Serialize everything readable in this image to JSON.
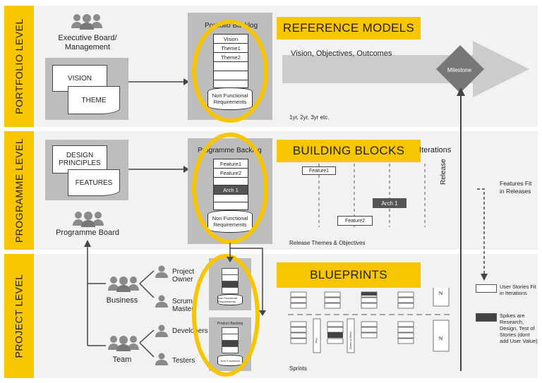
{
  "levels": {
    "portfolio": "PORTFOLIO LEVEL",
    "programme": "PROGRAMME LEVEL",
    "project": "PROJECT LEVEL"
  },
  "portfolio": {
    "actor": "Executive Board/ Management",
    "doc_vision": "VISION",
    "doc_theme": "THEME",
    "backlog_title": "Portfolio Backlog",
    "backlog_items": [
      "Vision",
      "Theme1",
      "Theme2"
    ],
    "backlog_base": "Non Functional Requirements",
    "callout": "REFERENCE MODELS",
    "arrow_text": "Vision, Objectives, Outcomes",
    "milestone": "Milestone",
    "timeframe": "1yr, 2yr, 3yr etc."
  },
  "programme": {
    "doc_design": "DESIGN PRINCIPLES",
    "doc_features": "FEATURES",
    "actor": "Programme Board",
    "backlog_title": "Programme Backlog",
    "backlog_items": [
      "Feature1",
      "Feature2",
      "Arch 1"
    ],
    "backlog_base": "Non Functional Requirements",
    "callout": "BUILDING BLOCKS",
    "iterations_text": "Iterations",
    "release_items": [
      "Feature1",
      "Arch 1",
      "Feature2"
    ],
    "release_caption": "Release Themes & Objectives",
    "release_label": "Release",
    "features_note": "Features Fit in Releases"
  },
  "project": {
    "business": "Business",
    "team": "Team",
    "roles": [
      "Project Owner",
      "Scrum Master",
      "Developers",
      "Testers"
    ],
    "callout": "BLUEPRINTS",
    "backlog_base_small": "Non Functional Requirements",
    "product_backlog": "Product Backlog",
    "non_functional_small": "Non Functional",
    "sprints_label": "Sprints",
    "n_label": "N",
    "col_labels": [
      "Plan",
      "Demo & Retro"
    ],
    "legend": [
      {
        "label": "User Stories Fit in Iterations",
        "style": "white"
      },
      {
        "label": "Spikes are Research, Design, Test of Stories (dont add User Value)",
        "style": "dark"
      }
    ]
  },
  "colors": {
    "accent": "#f7c600",
    "dark": "#555555",
    "arrow": "#cccccc"
  }
}
